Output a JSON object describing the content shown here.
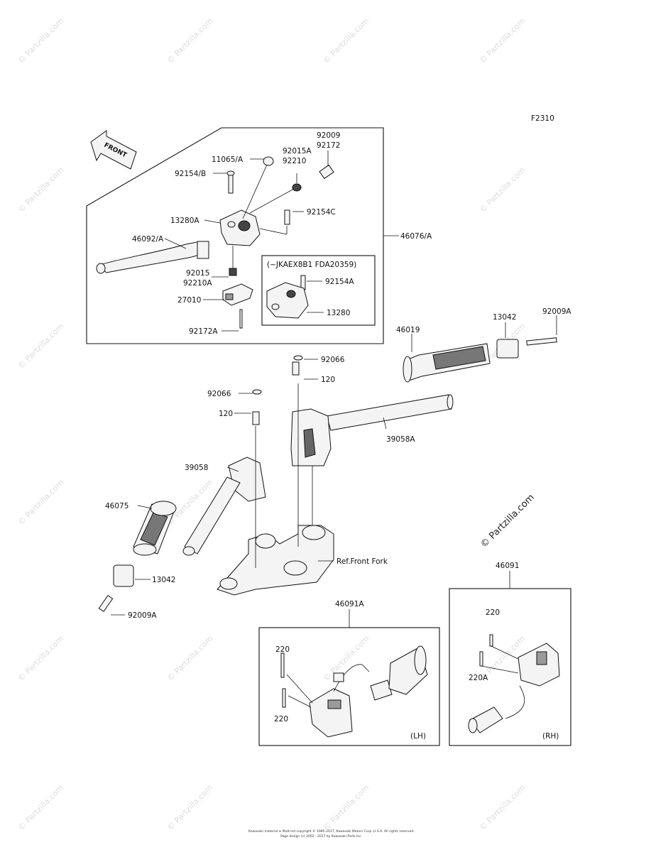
{
  "diagram_code": "F2310",
  "front_label": "FRONT",
  "watermark_text": "© Partzilla.com",
  "watermark_main": "© Partzilla.com",
  "serial_note": "(~JKAEX8B1 FDA20359)",
  "side_labels": {
    "lh": "(LH)",
    "rh": "(RH)"
  },
  "footer": {
    "line1": "Kawasaki material is Multi-ed copyright © 1985-2017, Kawasaki Motors Corp.,U.S.A. All rights reserved.",
    "line2": "Page design (c) 2002 - 2017 by Kawasaki Parts Inc."
  },
  "parts": {
    "p11065A": "11065/A",
    "p92154B": "92154/B",
    "p92015A_top": "92015A",
    "p92210": "92210",
    "p92009_top": "92009",
    "p92172": "92172",
    "p92154C": "92154C",
    "p13280A": "13280A",
    "p46092A": "46092/A",
    "p46076A": "46076/A",
    "p92015": "92015",
    "p92210A": "92210A",
    "p27010": "27010",
    "p92172A": "92172A",
    "p92154A": "92154A",
    "p13280": "13280",
    "p46019": "46019",
    "p13042_top": "13042",
    "p92009A_top": "92009A",
    "p92066_top": "92066",
    "p120_top": "120",
    "p92066_mid": "92066",
    "p120_mid": "120",
    "p39058A": "39058A",
    "p39058": "39058",
    "p46075": "46075",
    "pRefFork": "Ref.Front Fork",
    "p13042_bot": "13042",
    "p92009A_bot": "92009A",
    "p46091": "46091",
    "p46091A": "46091A",
    "p220_lh_top": "220",
    "p220_lh_bot": "220",
    "p220_rh": "220",
    "p220A": "220A"
  }
}
